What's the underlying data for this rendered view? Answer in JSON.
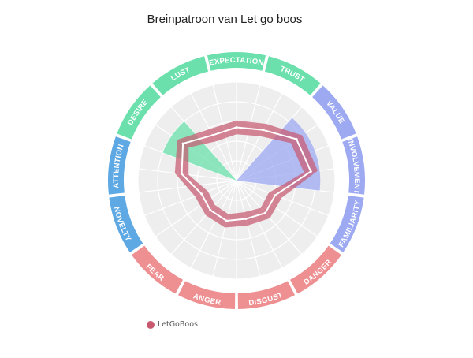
{
  "chart_data": {
    "type": "radar",
    "title": "Breinpatroon van Let go boos",
    "axes": [
      "EXPECTATION",
      "TRUST",
      "VALUE",
      "INVOLVEMENT",
      "FAMILIARITY",
      "DANGER",
      "DISGUST",
      "ANGER",
      "FEAR",
      "NOVELTY",
      "ATTENTION",
      "DESIRE",
      "LUST"
    ],
    "axis_groups": [
      {
        "axes": [
          "EXPECTATION",
          "TRUST",
          "LUST",
          "DESIRE"
        ],
        "color": "#6be0ac"
      },
      {
        "axes": [
          "VALUE",
          "INVOLVEMENT",
          "FAMILIARITY"
        ],
        "color": "#9daaf2"
      },
      {
        "axes": [
          "DANGER",
          "DISGUST",
          "ANGER",
          "FEAR"
        ],
        "color": "#ee8f92"
      },
      {
        "axes": [
          "NOVELTY",
          "ATTENTION"
        ],
        "color": "#5ea8e3"
      }
    ],
    "range": [
      0,
      100
    ],
    "grid": true,
    "highlight_sectors": [
      {
        "axis": "DESIRE",
        "value": 80,
        "color": "#6be0ac"
      },
      {
        "axis": "VALUE",
        "value": 85,
        "color": "#9daaf2"
      },
      {
        "axis": "INVOLVEMENT",
        "value": 85,
        "color": "#9daaf2"
      }
    ],
    "series": [
      {
        "name": "LetGoBoos",
        "color": "#c75a70",
        "values": [
          54,
          58,
          74,
          76,
          42,
          44,
          40,
          42,
          40,
          38,
          56,
          66,
          52
        ],
        "band": 7
      }
    ],
    "legend_position": "bottom-left"
  }
}
